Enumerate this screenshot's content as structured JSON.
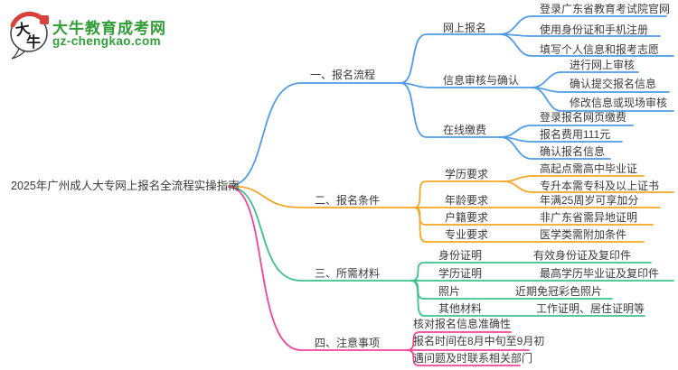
{
  "logo": {
    "brand": "大牛教育成考网",
    "domain": "gz-chengkao.com",
    "mark_char_top": "大",
    "mark_char_bottom": "牛",
    "brand_color": "#2f9e36",
    "seal_color": "#d6423a"
  },
  "mindmap": {
    "root": {
      "label": "2025年广州成人大专网上报名全流程实操指南"
    },
    "text_color": "#3b3b3b",
    "branches": [
      {
        "label": "一、报名流程",
        "color": "#4f9ce8",
        "children": [
          {
            "label": "网上报名",
            "children": [
              {
                "label": "登录广东省教育考试院官网"
              },
              {
                "label": "使用身份证和手机注册"
              },
              {
                "label": "填写个人信息和报考志愿"
              }
            ]
          },
          {
            "label": "信息审核与确认",
            "children": [
              {
                "label": "进行网上审核"
              },
              {
                "label": "确认提交报名信息"
              },
              {
                "label": "修改信息或现场审核"
              }
            ]
          },
          {
            "label": "在线缴费",
            "children": [
              {
                "label": "登录报名网页缴费"
              },
              {
                "label": "报名费用111元"
              },
              {
                "label": "确认报名信息"
              }
            ]
          }
        ]
      },
      {
        "label": "二、报名条件",
        "color": "#f5a623",
        "children": [
          {
            "label": "学历要求",
            "children": [
              {
                "label": "高起点需高中毕业证"
              },
              {
                "label": "专升本需专科及以上证书"
              }
            ]
          },
          {
            "label": "年龄要求",
            "children": [
              {
                "label": "年满25周岁可享加分"
              }
            ]
          },
          {
            "label": "户籍要求",
            "children": [
              {
                "label": "非广东省需异地证明"
              }
            ]
          },
          {
            "label": "专业要求",
            "children": [
              {
                "label": "医学类需附加条件"
              }
            ]
          }
        ]
      },
      {
        "label": "三、所需材料",
        "color": "#3cc28a",
        "children": [
          {
            "label": "身份证明",
            "children": [
              {
                "label": "有效身份证及复印件"
              }
            ]
          },
          {
            "label": "学历证明",
            "children": [
              {
                "label": "最高学历毕业证及复印件"
              }
            ]
          },
          {
            "label": "照片",
            "children": [
              {
                "label": "近期免冠彩色照片"
              }
            ]
          },
          {
            "label": "其他材料",
            "children": [
              {
                "label": "工作证明、居住证明等"
              }
            ]
          }
        ]
      },
      {
        "label": "四、注意事项",
        "color": "#f0459b",
        "children": [
          {
            "label": "核对报名信息准确性"
          },
          {
            "label": "报名时间在8月中旬至9月初"
          },
          {
            "label": "遇问题及时联系相关部门"
          }
        ]
      }
    ]
  }
}
